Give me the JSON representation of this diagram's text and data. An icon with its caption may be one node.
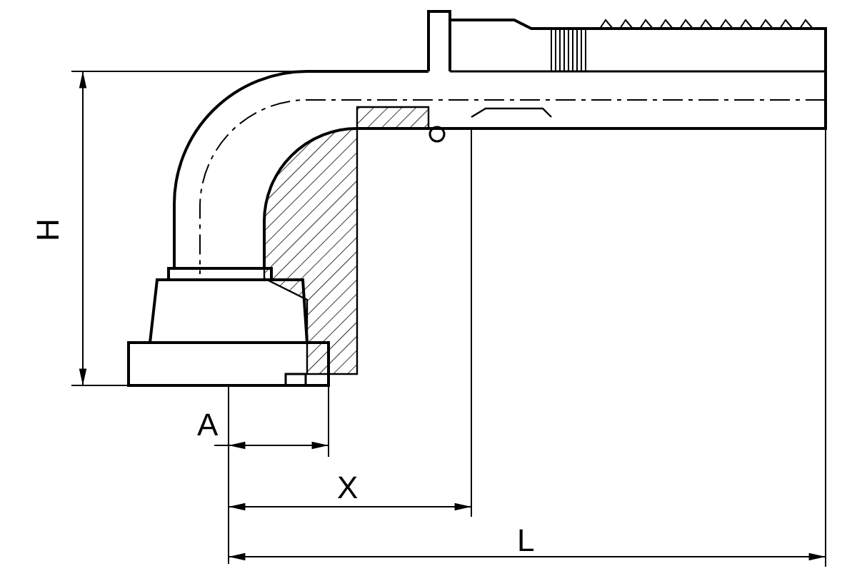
{
  "diagram": {
    "labels": [
      "H",
      "A",
      "X",
      "L"
    ]
  }
}
